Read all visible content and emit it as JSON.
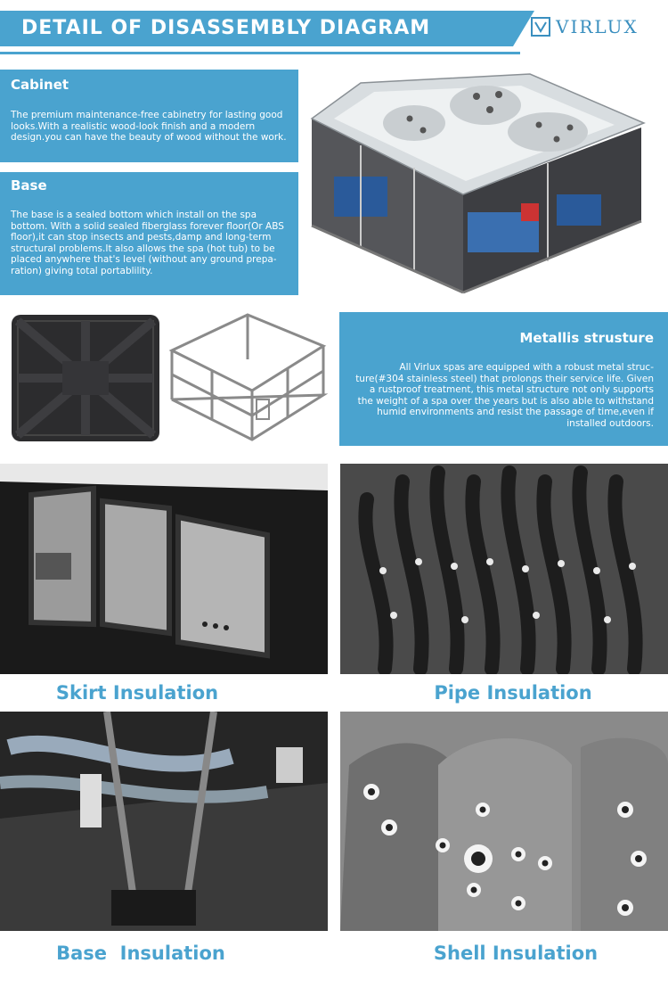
{
  "header": {
    "title": "DETAIL OF DISASSEMBLY DIAGRAM",
    "brand": "VIRLUX"
  },
  "cabinet": {
    "title": "Cabinet",
    "text": "The premium maintenance-free cabinetry for lasting good looks.With a realistic wood-look finish and a modern design.you can have the beauty of wood without the work."
  },
  "base": {
    "title": "Base",
    "text": "The base is a sealed bottom which install on the spa bottom. With a solid sealed fiberglass forever floor(Or ABS floor),it can stop insects and pests,damp and long-term structural problems.It also allows the spa (hot tub) to be placed anywhere that's level (without any ground prepa-ration) giving total portablility."
  },
  "metal": {
    "title": "Metallis strusture",
    "text": "All Virlux spas are equipped with a robust metal struc-ture(#304 stainless steel) that prolongs their service life. Given a rustproof treatment, this metal structure not only supports the weight of a spa over the years but is also able to withstand humid environments and resist the passage of time,even if installed outdoors."
  },
  "captions": {
    "skirt": "Skirt Insulation",
    "pipe": "Pipe Insulation",
    "base": "Base  Insulation",
    "shell": "Shell Insulation"
  },
  "colors": {
    "accent": "#4aa3cf"
  }
}
